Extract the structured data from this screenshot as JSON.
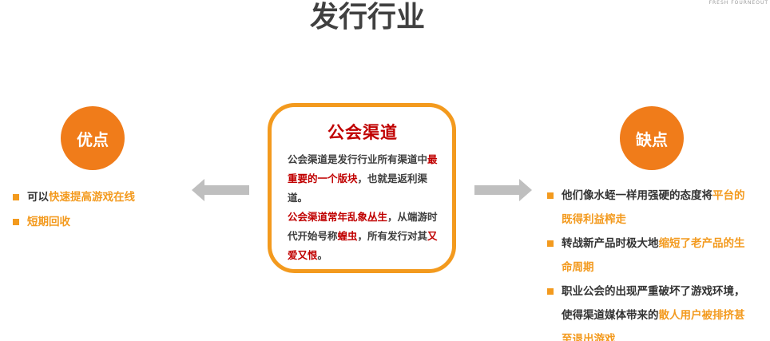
{
  "title": "发行行业",
  "corner_text": "FRESH FOURNEOUT",
  "pros": {
    "label": "优点",
    "items": [
      {
        "plain": "可以",
        "highlight": "快速提高游戏在线"
      },
      {
        "plain": "",
        "highlight": "短期回收"
      }
    ]
  },
  "cons": {
    "label": "缺点",
    "items": [
      {
        "p1": "他们像水蛭一样用强硬的态度将",
        "h1": "平台的既得利益榨走",
        "p2": "",
        "h2": ""
      },
      {
        "p1": "转战新产品时极大地",
        "h1": "缩短了老产品的生命周期",
        "p2": "",
        "h2": ""
      },
      {
        "p1": "职业公会的出现严重破坏了游戏环境，使得渠道媒体带来的",
        "h1": "散人用户被排挤甚至退出游戏",
        "p2": "",
        "h2": ""
      }
    ]
  },
  "center": {
    "title": "公会渠道",
    "p1_a": "公会渠道是发行行业所有渠道中",
    "p1_b": "最重要的一个版块",
    "p1_c": "，也就是返利渠道。",
    "p2_a": "公会渠道常年乱象丛生",
    "p2_b": "，从端游时代开始号称",
    "p2_c": "蝗虫",
    "p2_d": "，所有发行对其",
    "p2_e": "又爱又恨",
    "p2_f": "。"
  },
  "colors": {
    "accent": "#f07c1a",
    "highlight": "#f39a1e",
    "red": "#c00000",
    "arrow": "#bfbfbf"
  }
}
